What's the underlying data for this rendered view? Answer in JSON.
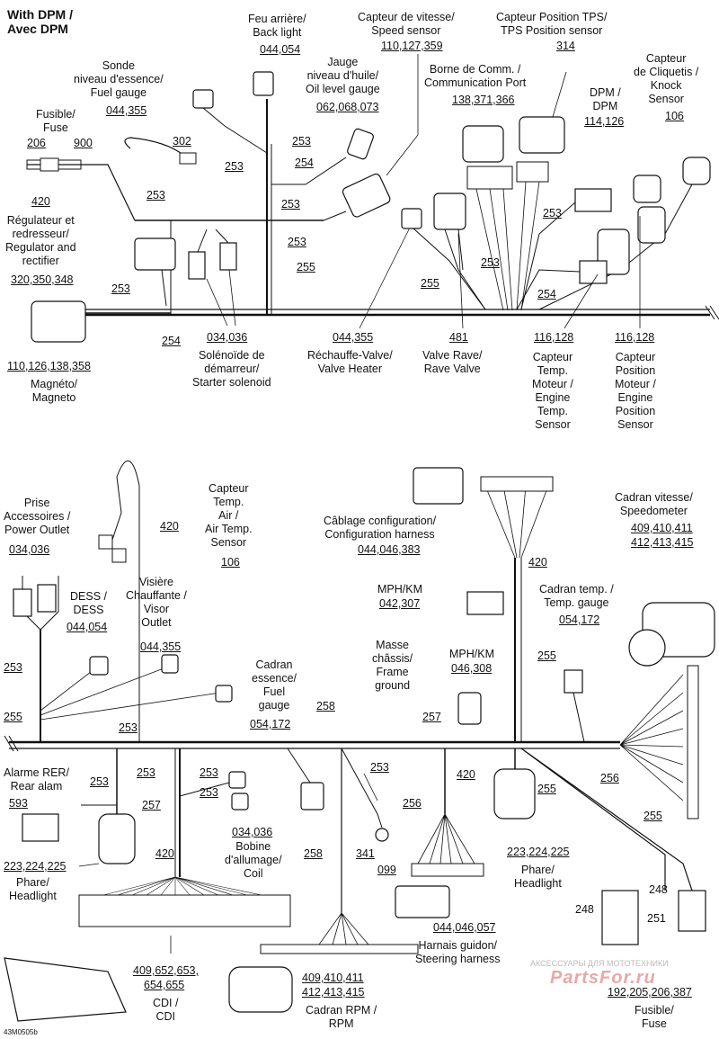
{
  "title_lines": [
    "With DPM /",
    "Avec DPM"
  ],
  "figure_code": "43M0505b",
  "watermark_text": "АКСЕССУАРЫ ДЛЯ МОТОТЕХНИКИ",
  "watermark_logo": "PartsFor.ru",
  "upper_labels": {
    "fuse": [
      "Fusible/",
      "Fuse"
    ],
    "fuse_206": "206",
    "fuse_900": "900",
    "fuse_420": "420",
    "fuel_gauge": [
      "Sonde",
      "niveau d'essence/",
      "Fuel gauge"
    ],
    "fuel_gauge_num": "044,355",
    "back_light": [
      "Feu arrière/",
      "Back light"
    ],
    "back_light_num": "044,054",
    "speed_sensor": [
      "Capteur de vitesse/",
      "Speed sensor"
    ],
    "speed_sensor_num": "110,127,359",
    "tps": [
      "Capteur Position TPS/",
      "TPS Position sensor"
    ],
    "tps_num": "314",
    "knock": [
      "Capteur",
      "de Cliquetis /",
      "Knock",
      "Sensor"
    ],
    "knock_num": "106",
    "oil_gauge": [
      "Jauge",
      "niveau d'huile/",
      "Oil level gauge"
    ],
    "oil_gauge_num": "062,068,073",
    "comm_port": [
      "Borne de Comm. /",
      "Communication Port"
    ],
    "comm_port_num": "138,371,366",
    "dpm": [
      "DPM /",
      "DPM"
    ],
    "dpm_num": "114,126",
    "num_302": "302",
    "regulator": [
      "Régulateur et",
      "redresseur/",
      "Regulator and",
      "rectifier"
    ],
    "regulator_num": "320,350,348",
    "magneto_num": "110,126,138,358",
    "magneto": [
      "Magnéto/",
      "Magneto"
    ],
    "starter_num": "034,036",
    "starter": [
      "Solénoïde de",
      "démarreur/",
      "Starter solenoid"
    ],
    "valve_heater_num": "044,355",
    "valve_heater": [
      "Réchauffe-Valve/",
      "Valve Heater"
    ],
    "rave_num": "481",
    "rave": [
      "Valve Rave/",
      "Rave Valve"
    ],
    "engine_temp_num": "116,128",
    "engine_temp": [
      "Capteur",
      "Temp.",
      "Moteur /",
      "Engine",
      "Temp.",
      "Sensor"
    ],
    "engine_pos_num": "116,128",
    "engine_pos": [
      "Capteur",
      "Position",
      "Moteur /",
      "Engine",
      "Position",
      "Sensor"
    ]
  },
  "upper_wires": {
    "w1": "253",
    "w2": "253",
    "w3": "254",
    "w4": "253",
    "w5": "253",
    "w6": "253",
    "w7": "255",
    "w8": "253",
    "w9": "254",
    "w10": "255",
    "w11": "253",
    "w12": "254",
    "w13": "253"
  },
  "lower_labels": {
    "power_outlet": [
      "Prise",
      "Accessoires /",
      "Power Outlet"
    ],
    "power_outlet_num": "034,036",
    "n420a": "420",
    "air_temp": [
      "Capteur",
      "Temp.",
      "Air /",
      "Air Temp.",
      "Sensor"
    ],
    "air_temp_num": "106",
    "config": [
      "Câblage configuration/",
      "Configuration harness"
    ],
    "config_num": "044,046,383",
    "speedometer": [
      "Cadran vitesse/",
      "Speedometer"
    ],
    "speedometer_num1": "409,410,411",
    "speedometer_num2": "412,413,415",
    "dess": [
      "DESS /",
      "DESS"
    ],
    "dess_num": "044,054",
    "visor": [
      "Visière",
      "Chauffante /",
      "Visor",
      "Outlet"
    ],
    "visor_num": "044,355",
    "mph1": "MPH/KM",
    "mph1_num": "042,307",
    "n420b": "420",
    "temp_gauge": [
      "Cadran temp. /",
      "Temp. gauge"
    ],
    "temp_gauge_num": "054,172",
    "frame_ground": [
      "Masse",
      "châssis/",
      "Frame",
      "ground"
    ],
    "mph2": "MPH/KM",
    "mph2_num": "046,308",
    "fuel_dial": [
      "Cadran",
      "essence/",
      "Fuel",
      "gauge"
    ],
    "fuel_dial_num": "054,172",
    "rear_alarm": [
      "Alarme RER/",
      "Rear alam"
    ],
    "rear_alarm_num": "593",
    "headlight_left_num": "223,224,225",
    "headlight_left": [
      "Phare/",
      "Headlight"
    ],
    "coil_num": "034,036",
    "coil": [
      "Bobine",
      "d'allumage/",
      "Coil"
    ],
    "n420c": "420",
    "n341": "341",
    "n099": "099",
    "n420d": "420",
    "headlight_right_num": "223,224,225",
    "headlight_right": [
      "Phare/",
      "Headlight"
    ],
    "n248a": "248",
    "n248b": "248",
    "n251": "251",
    "cdi_num1": "409,652,653,",
    "cdi_num2": "654,655",
    "cdi": [
      "CDI /",
      "CDI"
    ],
    "rpm_num1": "409,410,411",
    "rpm_num2": "412,413,415",
    "rpm": [
      "Cadran RPM /",
      "RPM"
    ],
    "steering_num": "044,046,057",
    "steering": [
      "Harnais guidon/",
      "Steering harness"
    ],
    "fuse2_num": "192,205,206,387",
    "fuse2": [
      "Fusible/",
      "Fuse"
    ]
  },
  "lower_wires": {
    "w1": "253",
    "w2": "255",
    "w3": "253",
    "w4": "258",
    "w5": "257",
    "w6": "255",
    "w7": "256",
    "w8": "253",
    "w9": "253",
    "w10": "257",
    "w11": "253",
    "w12": "253",
    "w13": "256",
    "w14": "258",
    "w15": "253",
    "w16": "255"
  }
}
